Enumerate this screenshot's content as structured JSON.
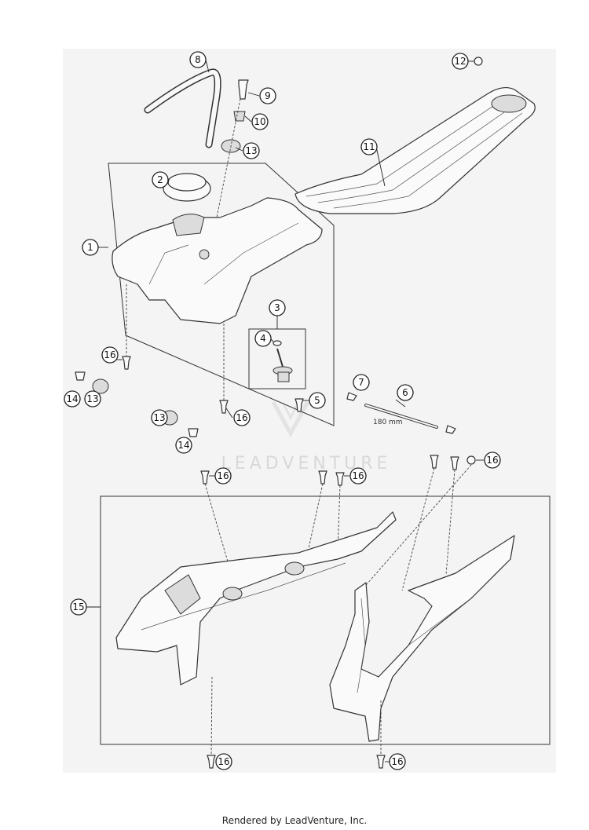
{
  "diagram": {
    "callouts": [
      "1",
      "2",
      "3",
      "4",
      "5",
      "6",
      "7",
      "8",
      "9",
      "10",
      "11",
      "12",
      "13",
      "13",
      "13",
      "14",
      "14",
      "15",
      "16",
      "16",
      "16",
      "16",
      "16",
      "16",
      "16"
    ],
    "measurement": "180 mm",
    "watermark": "LEADVENTURE"
  },
  "footer": {
    "text": "Rendered by LeadVenture, Inc."
  }
}
